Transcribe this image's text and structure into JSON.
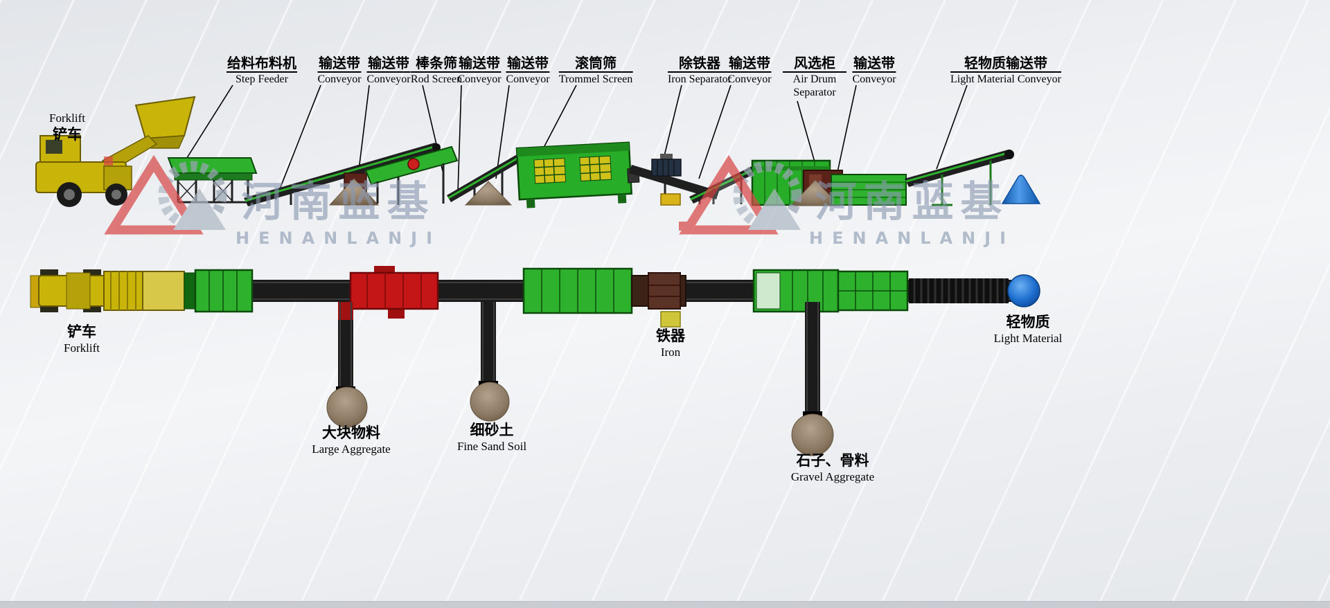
{
  "watermark": {
    "zh": "河南蓝基",
    "en": "HENANLANJI"
  },
  "colors": {
    "machine_green": "#2eb22e",
    "machine_green_dark": "#0c4a0c",
    "belt_dark": "#1b1b1b",
    "machine_red": "#c41616",
    "forklift_yellow": "#c9b40a",
    "pile_brown": "#8d7a64",
    "light_material_blue": "#1c78dc",
    "watermark_gray_blue": "#8998b0",
    "logo_red": "#d84848"
  },
  "side_view": {
    "forklift_label": {
      "en": "Forklift",
      "zh": "铲车"
    },
    "equipment_labels": [
      {
        "zh": "给料布料机",
        "en": "Step Feeder"
      },
      {
        "zh": "输送带",
        "en": "Conveyor"
      },
      {
        "zh": "输送带",
        "en": "Conveyor"
      },
      {
        "zh": "棒条筛",
        "en": "Rod Screen"
      },
      {
        "zh": "输送带",
        "en": "Conveyor"
      },
      {
        "zh": "输送带",
        "en": "Conveyor"
      },
      {
        "zh": "滚筒筛",
        "en": "Trommel Screen"
      },
      {
        "zh": "除铁器",
        "en": "Iron Separator"
      },
      {
        "zh": "输送带",
        "en": "Conveyor"
      },
      {
        "zh": "风选柜",
        "en": "Air Drum Separator"
      },
      {
        "zh": "输送带",
        "en": "Conveyor"
      },
      {
        "zh": "轻物质输送带",
        "en": "Light Material Conveyor"
      }
    ]
  },
  "plan_view": {
    "labels": {
      "forklift": {
        "zh": "铲车",
        "en": "Forklift"
      },
      "large_aggregate": {
        "zh": "大块物料",
        "en": "Large Aggregate"
      },
      "fine_sand_soil": {
        "zh": "细砂土",
        "en": "Fine Sand Soil"
      },
      "iron": {
        "zh": "铁器",
        "en": "Iron"
      },
      "gravel_aggregate": {
        "zh": "石子、骨料",
        "en": "Gravel Aggregate"
      },
      "light_material": {
        "zh": "轻物质",
        "en": "Light Material"
      }
    }
  }
}
